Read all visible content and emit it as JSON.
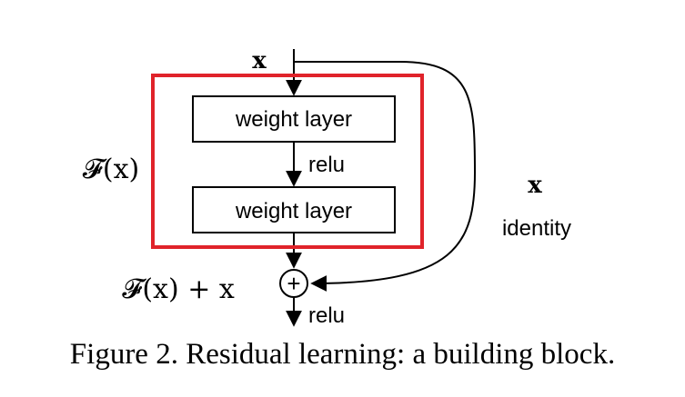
{
  "diagram": {
    "input_label": "x",
    "block_label": "𝓕(x)",
    "weight_layer_1": "weight layer",
    "relu_inner": "relu",
    "weight_layer_2": "weight layer",
    "shortcut_label": "x",
    "shortcut_caption": "identity",
    "sum_label": "𝓕(x) + x",
    "add_symbol": "+",
    "relu_output": "relu"
  },
  "caption": "Figure 2. Residual learning: a building block.",
  "colors": {
    "highlight_box": "#e0232a",
    "lines": "#000000"
  }
}
